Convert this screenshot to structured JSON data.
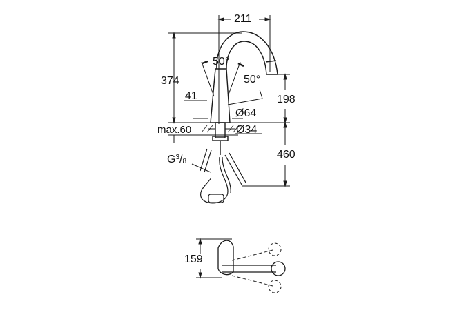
{
  "drawing": {
    "dimensions": {
      "spout_reach": "211",
      "total_height": "374",
      "spout_height": "198",
      "hose_length": "460",
      "handle_offset": "41",
      "base_diameter": "Ø64",
      "hole_diameter": "Ø34",
      "max_counter_thickness": "max.60",
      "handle_angle_left": "50°",
      "spray_angle": "50°",
      "connection_prefix": "G",
      "connection_num": "3",
      "connection_den": "8",
      "plan_height": "159"
    },
    "colors": {
      "line": "#1a1a1a",
      "hatch": "#333333"
    }
  }
}
